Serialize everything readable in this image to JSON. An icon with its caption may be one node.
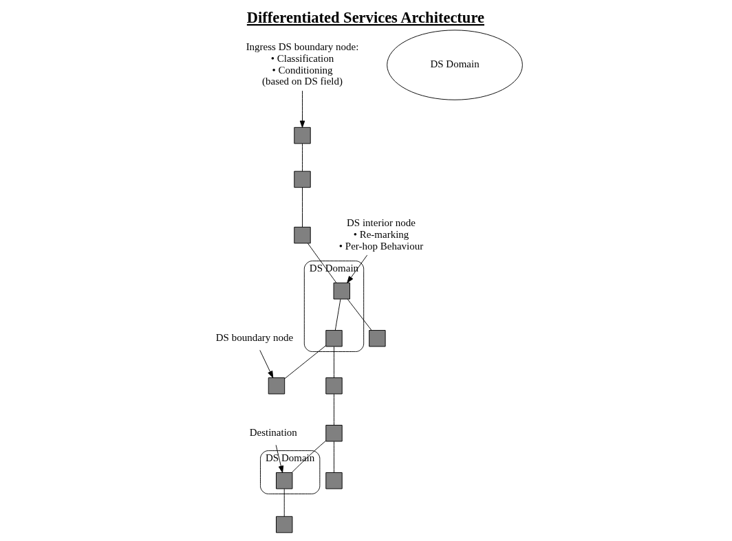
{
  "diagram": {
    "title": "Differentiated Services Architecture",
    "nodes": [
      {
        "text": [],
        "shape": "box"
      },
      {
        "text": [
          "DS Domain"
        ]
      },
      {
        "text": [],
        "shape": "box"
      },
      {
        "text": [],
        "shape": "box",
        "in": 1
      },
      {
        "text": [
          "DS boundary node"
        ]
      },
      {
        "text": [],
        "shape": "box",
        "in": 1
      },
      {
        "text": [],
        "shape": "box"
      },
      {
        "text": [],
        "shape": "box"
      },
      {
        "text": [
          "Destination"
        ]
      },
      {
        "text": [
          "DS Domain"
        ]
      },
      {
        "text": [],
        "shape": "box"
      },
      {
        "text": [
          "DS Domain"
        ]
      },
      {
        "text": [],
        "shape": "box",
        "in": 11
      },
      {
        "text": [],
        "shape": "box"
      },
      {
        "text": [],
        "shape": "box"
      },
      {
        "text": [],
        "shape": "box"
      },
      {
        "text": [
          "DS interior node",
          "• Re-marking",
          "• Per-hop Behaviour"
        ]
      },
      {
        "text": [],
        "shape": "box"
      },
      {
        "text": [
          "Ingress DS boundary node:",
          "• Classification",
          "• Conditioning",
          "(based on DS field)"
        ]
      }
    ],
    "edges": [
      {
        "from": 14,
        "to": 10,
        "arrow": "none"
      },
      {
        "from": 10,
        "to": 6,
        "arrow": "none"
      },
      {
        "from": 6,
        "to": 3,
        "arrow": "none"
      },
      {
        "from": 3,
        "to": 0,
        "arrow": "none"
      },
      {
        "from": 3,
        "to": 5,
        "arrow": "none"
      },
      {
        "from": 5,
        "to": 2,
        "arrow": "none"
      },
      {
        "from": 5,
        "to": 7,
        "arrow": "none"
      },
      {
        "from": 7,
        "to": 15,
        "arrow": "none"
      },
      {
        "from": 15,
        "to": 12,
        "arrow": "none"
      },
      {
        "from": 12,
        "to": 13,
        "arrow": "none"
      },
      {
        "from": 15,
        "to": 17,
        "arrow": "none"
      },
      {
        "from": 4,
        "to": 2,
        "arrow": "to"
      },
      {
        "from": 16,
        "to": 3,
        "arrow": "to"
      },
      {
        "from": 8,
        "to": 12,
        "arrow": "to"
      },
      {
        "from": 18,
        "to": 14,
        "arrow": "to"
      }
    ]
  }
}
